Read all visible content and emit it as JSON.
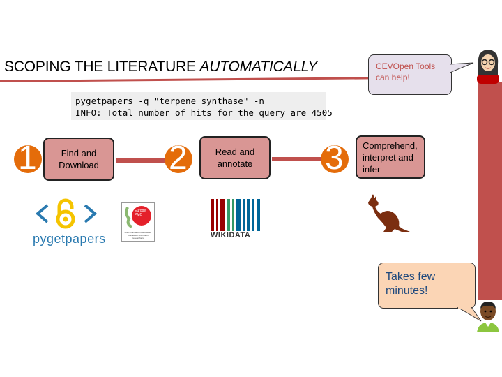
{
  "slide": {
    "title_plain": "SCOPING THE LITERATURE ",
    "title_italic": "AUTOMATICALLY",
    "code_line_1": "pygetpapers -q \"terpene synthase\" -n",
    "code_line_2": "INFO: Total number of hits for the query are 4505",
    "steps": [
      {
        "number": "1",
        "label_line_1": "Find and",
        "label_line_2": "Download"
      },
      {
        "number": "2",
        "label_line_1": "Read and",
        "label_line_2": "annotate"
      },
      {
        "number": "3",
        "label_line_1": "Comprehend,",
        "label_line_2": "interpret and",
        "label_line_3": "infer"
      }
    ],
    "callout_top": {
      "line_1": "CEVOpen Tools",
      "line_2": "can help!"
    },
    "callout_bottom": {
      "line_1": "Takes few",
      "line_2": "minutes!"
    },
    "logos": {
      "pygetpapers": "pygetpapers",
      "europepmc_line_1": "Europe",
      "europepmc_line_2": "PMC",
      "europepmc_caption": "Free information resource for biomedical and health researchers",
      "wikidata": "WIKIDATA"
    },
    "icons": [
      "open-access-icon",
      "europepmc-logo",
      "wikidata-barcode-icon",
      "kangaroo-icon",
      "woman-avatar",
      "man-avatar"
    ]
  },
  "colors": {
    "accent_red": "#c0504d",
    "box_fill": "#d99694",
    "number_orange": "#e46c0a",
    "callout_text": "#c0504d",
    "blue_text": "#1f497d"
  }
}
